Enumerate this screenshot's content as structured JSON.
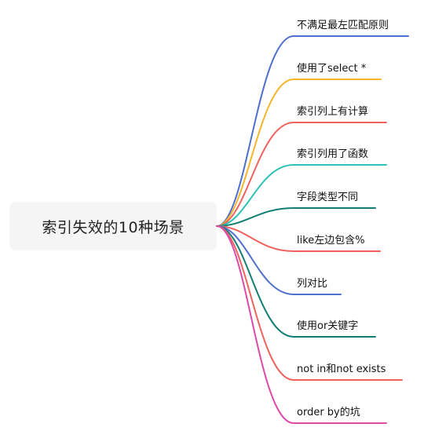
{
  "root": {
    "label": "索引失效的10种场景"
  },
  "branches": [
    {
      "label": "不满足最左匹配原则",
      "color": "#4f6fce"
    },
    {
      "label": "使用了select *",
      "color": "#f6b42a"
    },
    {
      "label": "索引列上有计算",
      "color": "#f0625d"
    },
    {
      "label": "索引列用了函数",
      "color": "#2ec2b4"
    },
    {
      "label": "字段类型不同",
      "color": "#137e74"
    },
    {
      "label": "like左边包含%",
      "color": "#f0625d"
    },
    {
      "label": "列对比",
      "color": "#4f6fce"
    },
    {
      "label": "使用or关键字",
      "color": "#137e74"
    },
    {
      "label": "not in和not exists",
      "color": "#f0625d"
    },
    {
      "label": "order by的坑",
      "color": "#dd4aa8"
    }
  ]
}
